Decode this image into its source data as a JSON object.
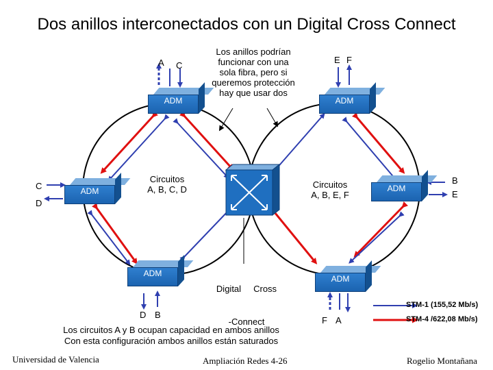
{
  "title": "Dos anillos interconectados con un Digital Cross Connect",
  "top_labels": {
    "a": "A",
    "c": "C",
    "e": "E",
    "f": "F"
  },
  "note_top": [
    "Los anillos podrían",
    "funcionar con una",
    "sola fibra, pero si",
    "queremos protección",
    "hay que usar dos"
  ],
  "left_circuits": [
    "Circuitos",
    "A, B, C, D"
  ],
  "right_circuits": [
    "Circuitos",
    "A, B, E, F"
  ],
  "left_side": {
    "c": "C",
    "d": "D"
  },
  "right_side": {
    "b": "B",
    "e": "E"
  },
  "dcc_label": [
    "Digital     Cross",
    "-Connect"
  ],
  "bottom_left_labels": {
    "d": "D",
    "b": "B"
  },
  "bottom_right_labels": {
    "f": "F",
    "a": "A"
  },
  "adm_label": "ADM",
  "legend": {
    "blue": "STM-1 (155,52 Mb/s)",
    "red": "STM-4 /622,08 Mb/s)"
  },
  "bottom_note": [
    "Los circuitos A y B ocupan capacidad en ambos anillos",
    "Con esta configuración ambos anillos están saturados"
  ],
  "footer": {
    "left": "Universidad de Valencia",
    "center": "Ampliación Redes 4-26",
    "right": "Rogelio Montañana"
  },
  "colors": {
    "blue_line": "#2f3fb0",
    "red_line": "#e01010",
    "adm": "#1f6fc0"
  }
}
